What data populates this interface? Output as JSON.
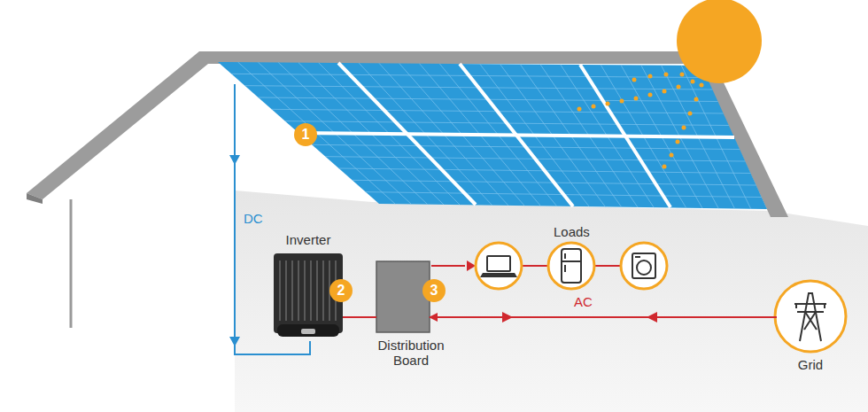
{
  "diagram": {
    "nodes": [
      {
        "text": [
          "Inverter"
        ]
      },
      {
        "text": [
          "Distribution Board"
        ]
      },
      {
        "text": [
          "Grid"
        ]
      }
    ],
    "edges": [
      {
        "from": 0,
        "to": 1,
        "arrow": "none"
      },
      {
        "from": 2,
        "to": 1,
        "label": "AC",
        "arrow": "to"
      }
    ],
    "labels": [
      "1",
      "DC",
      "2",
      "3",
      "Loads"
    ]
  }
}
